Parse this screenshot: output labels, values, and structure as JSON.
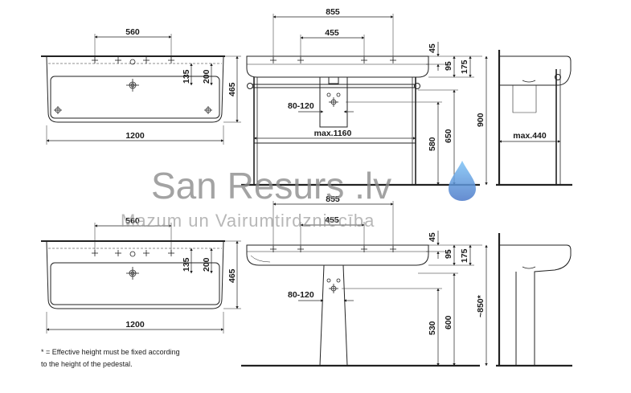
{
  "top_set": {
    "plan": {
      "hole_spacing": "560",
      "d135": "135",
      "d200": "200",
      "depth": "465",
      "width": "1200"
    },
    "front": {
      "holes_outer": "855",
      "holes_inner": "455",
      "d45": "45",
      "d95": "95",
      "d175": "175",
      "drain_range": "80-120",
      "max_width": "max.1160",
      "d580": "580",
      "d650": "650",
      "height": "900"
    },
    "side": {
      "max_depth": "max.440"
    }
  },
  "bottom_set": {
    "plan": {
      "hole_spacing": "560",
      "d135": "135",
      "d200": "200",
      "depth": "465",
      "width": "1200"
    },
    "front": {
      "holes_outer": "855",
      "holes_inner": "455",
      "d45": "45",
      "d95": "95",
      "d175": "175",
      "drain_range": "80-120",
      "d530": "530",
      "d600": "600",
      "height": "~850*"
    }
  },
  "footnote": {
    "line1": "* = Effective height must be fixed according",
    "line2": "to the height of the pedestal."
  },
  "watermark": {
    "title": "San Resurs .lv",
    "subtitle": "Mazum un Vairumtirdzniecība",
    "drop_color": "#5aa0e0"
  }
}
